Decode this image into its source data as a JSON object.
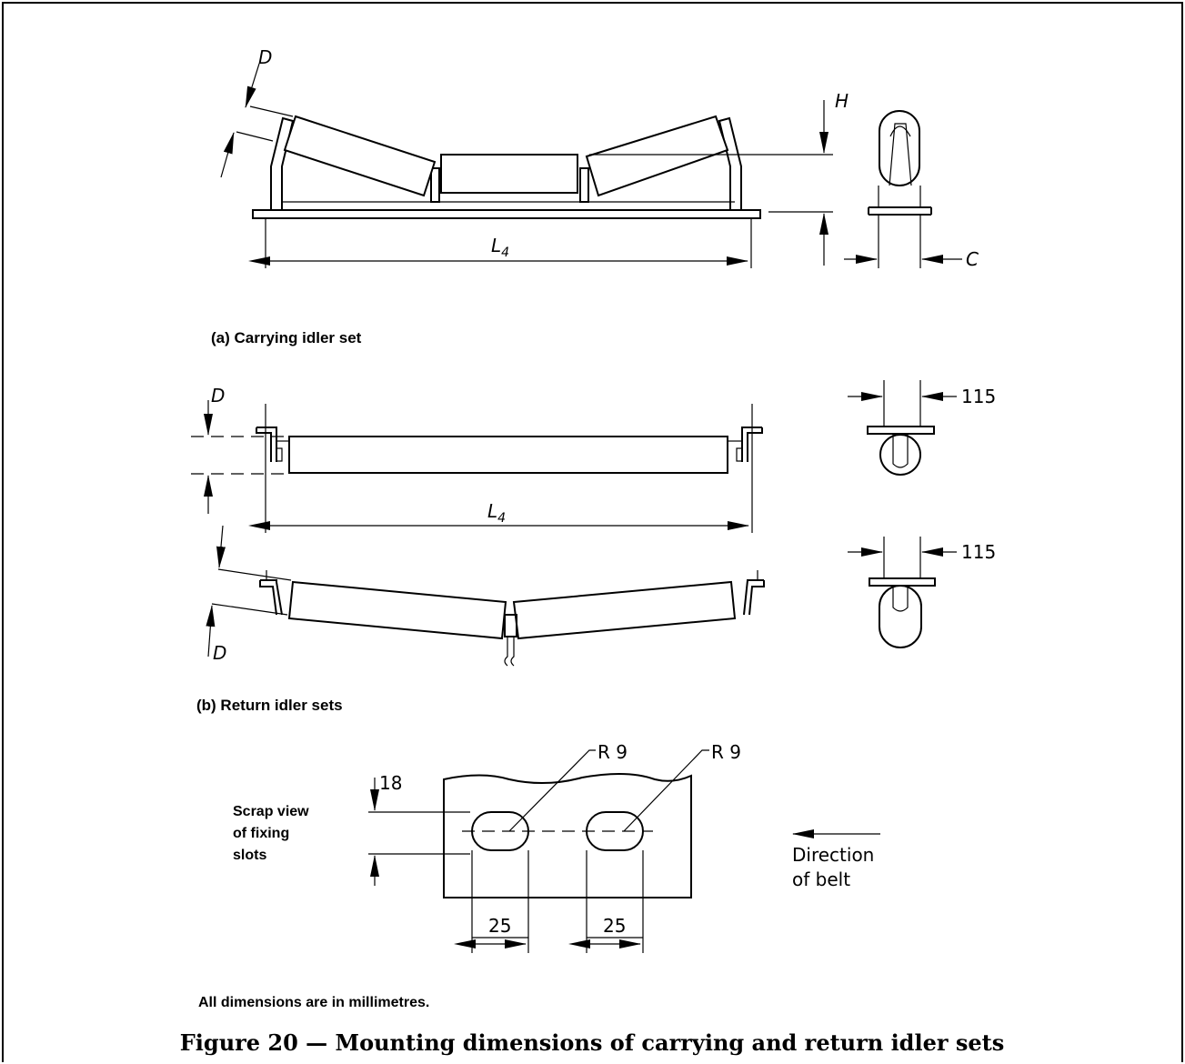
{
  "labels": {
    "d": "D",
    "h": "H",
    "c": "C",
    "l4": "L4",
    "dim_115": "115",
    "r9": "R 9",
    "dim_18": "18",
    "dim_25": "25"
  },
  "captions": {
    "carrying": "(a) Carrying idler set",
    "return": "(b) Return idler sets",
    "scrap_view": [
      "Scrap view",
      "of fixing",
      "slots"
    ],
    "direction": [
      "Direction",
      "of belt"
    ],
    "units_note": "All dimensions are in millimetres.",
    "figure_title": "Figure 20 — Mounting dimensions of carrying and return idler sets"
  },
  "colors": {
    "ink": "#000000",
    "paper": "#ffffff"
  }
}
